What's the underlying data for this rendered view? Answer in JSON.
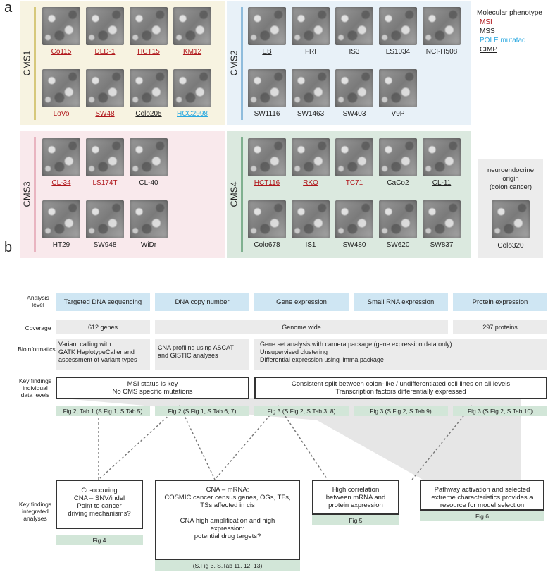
{
  "panel_a": {
    "letter": "a",
    "cms1": {
      "label": "CMS1",
      "cells": [
        {
          "name": "Co115",
          "class": "msi u"
        },
        {
          "name": "DLD-1",
          "class": "msi u"
        },
        {
          "name": "HCT15",
          "class": "msi u"
        },
        {
          "name": "KM12",
          "class": "msi u"
        },
        {
          "name": "LoVo",
          "class": "msi"
        },
        {
          "name": "SW48",
          "class": "msi u"
        },
        {
          "name": "Colo205",
          "class": "mss u"
        },
        {
          "name": "HCC2998",
          "class": "pole u"
        }
      ]
    },
    "cms2": {
      "label": "CMS2",
      "cells": [
        {
          "name": "EB",
          "class": "mss u"
        },
        {
          "name": "FRI",
          "class": "mss"
        },
        {
          "name": "IS3",
          "class": "mss"
        },
        {
          "name": "LS1034",
          "class": "mss"
        },
        {
          "name": "NCI-H508",
          "class": "mss"
        },
        {
          "name": "SW1116",
          "class": "mss"
        },
        {
          "name": "SW1463",
          "class": "mss"
        },
        {
          "name": "SW403",
          "class": "mss"
        },
        {
          "name": "V9P",
          "class": "mss"
        }
      ]
    },
    "cms3": {
      "label": "CMS3",
      "cells": [
        {
          "name": "CL-34",
          "class": "msi u"
        },
        {
          "name": "LS174T",
          "class": "msi"
        },
        {
          "name": "CL-40",
          "class": "mss"
        },
        {
          "name": "HT29",
          "class": "mss u"
        },
        {
          "name": "SW948",
          "class": "mss"
        },
        {
          "name": "WiDr",
          "class": "mss u"
        }
      ]
    },
    "cms4": {
      "label": "CMS4",
      "cells": [
        {
          "name": "HCT116",
          "class": "msi u"
        },
        {
          "name": "RKO",
          "class": "msi u"
        },
        {
          "name": "TC71",
          "class": "msi"
        },
        {
          "name": "CaCo2",
          "class": "mss"
        },
        {
          "name": "CL-11",
          "class": "mss u"
        },
        {
          "name": "Colo678",
          "class": "mss u"
        },
        {
          "name": "IS1",
          "class": "mss"
        },
        {
          "name": "SW480",
          "class": "mss"
        },
        {
          "name": "SW620",
          "class": "mss"
        },
        {
          "name": "SW837",
          "class": "mss u"
        }
      ]
    },
    "neuro": {
      "title": "neuroendocrine\norigin\n(colon cancer)",
      "cell": "Colo320"
    },
    "legend": {
      "title": "Molecular phenotype",
      "msi": "MSI",
      "mss": "MSS",
      "pole": "POLE mutatad",
      "cimp": "CIMP"
    }
  },
  "panel_b": {
    "letter": "b",
    "row_labels": {
      "analysis": "Analysis\nlevel",
      "coverage": "Coverage",
      "bioinformatics": "Bioinformatics",
      "key_individual": "Key findings\nindividual\ndata levels",
      "key_integrated": "Key findings\nintegrated\nanalyses"
    },
    "levels": [
      "Targeted DNA sequencing",
      "DNA copy number",
      "Gene expression",
      "Small RNA expression",
      "Protein expression"
    ],
    "coverage": [
      "612 genes",
      "Genome wide",
      "297 proteins"
    ],
    "bioinfo": [
      "Variant calling  with\nGATK HaplotypeCaller and\nassessment of variant types",
      "CNA profiling using ASCAT\nand GISTIC analyses",
      "Gene set analysis with camera package (gene expression data only)\nUnsupervised clustering\nDifferential expression using limma package"
    ],
    "findings_individual": [
      "MSI status is key\nNo CMS specific mutations",
      "Consistent split between colon-like / undifferentiated cell lines on all levels\nTranscription factors differentially expressed"
    ],
    "refs_individual": [
      "Fig 2, Tab 1 (S.Fig 1, S.Tab 5)",
      "Fig 2 (S.Fig 1, S.Tab 6, 7)",
      "Fig 3 (S.Fig 2, S.Tab 3, 8)",
      "Fig 3 (S.Fig 2, S.Tab 9)",
      "Fig 3 (S.Fig 2, S.Tab 10)"
    ],
    "findings_integrated": [
      "Co-occuring\nCNA – SNV/indel\nPoint to cancer\ndriving mechanisms?",
      "CNA – mRNA:\nCOSMIC cancer census genes, OGs, TFs,\nTSs affected in cis\n\nCNA high amplification and high\nexpression:\npotential drug targets?",
      "High correlation\nbetween mRNA and\nprotein expression",
      "Pathway activation and selected\nextreme characteristics provides a\nresource for model selection"
    ],
    "refs_integrated": [
      "Fig 4",
      "(S.Fig 3, S.Tab 11, 12, 13)",
      "Fig 5",
      "Fig 6"
    ]
  },
  "colors": {
    "cms1_bg": "#f7f3e1",
    "cms1_bar": "#d6c87a",
    "cms2_bg": "#e8f1f8",
    "cms2_bar": "#8fbcdc",
    "cms3_bg": "#f9e9ec",
    "cms3_bar": "#e9b4c0",
    "cms4_bg": "#dbe9df",
    "cms4_bar": "#7fb08f",
    "neuro_bg": "#ececec",
    "msi": "#b0171c",
    "pole": "#29a8e0",
    "level_bg": "#cfe6f3",
    "ref_bg": "#d2e6d8",
    "info_bg": "#ebebeb"
  }
}
